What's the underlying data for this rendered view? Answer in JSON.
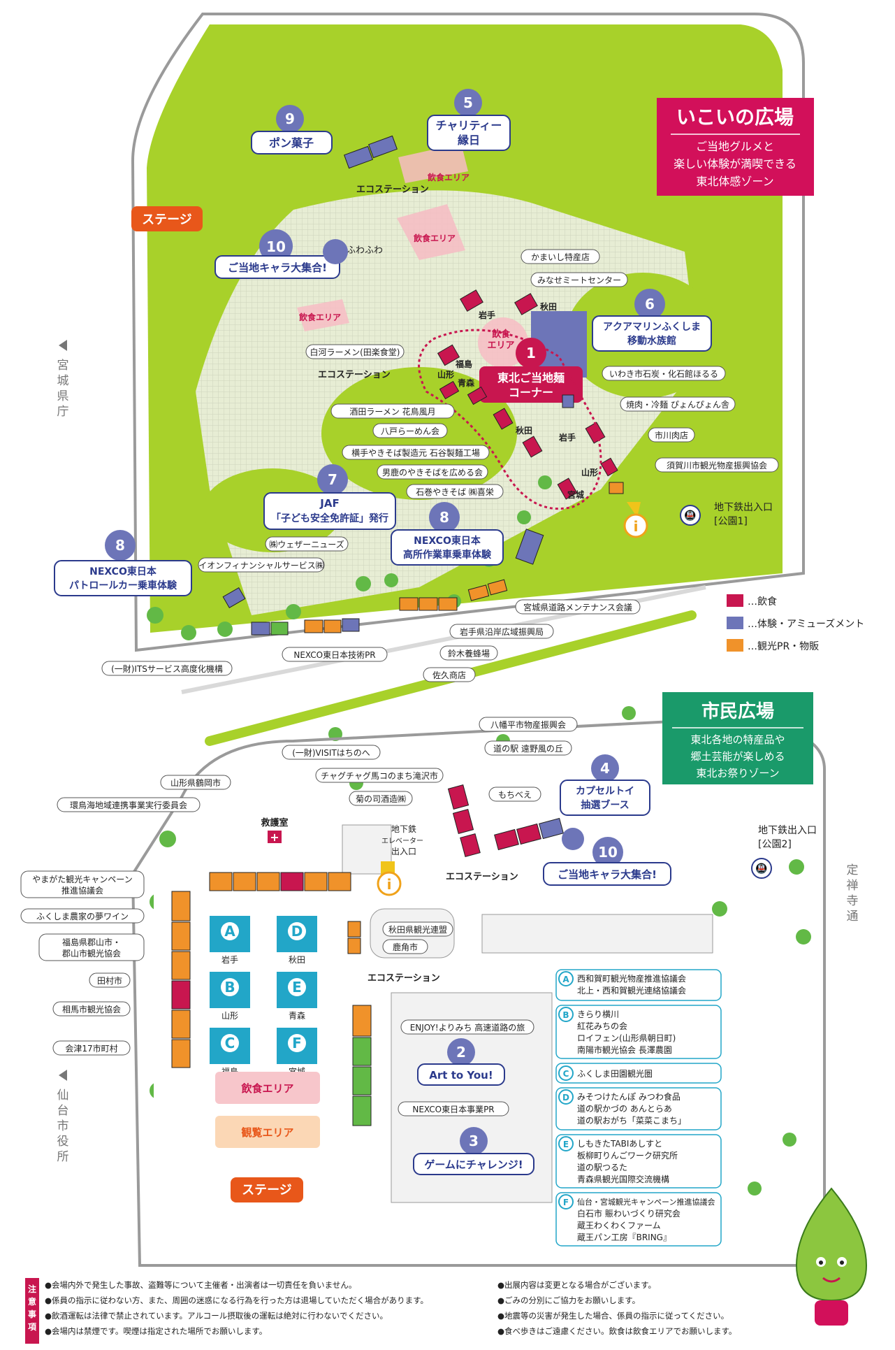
{
  "zones": {
    "ikoi": {
      "title": "いこいの広場",
      "desc1": "ご当地グルメと",
      "desc2": "楽しい体験が満喫できる",
      "desc3": "東北体感ゾーン"
    },
    "shimin": {
      "title": "市民広場",
      "desc1": "東北各地の特産品や",
      "desc2": "郷土芸能が楽しめる",
      "desc3": "東北お祭りゾーン"
    }
  },
  "side_labels": {
    "miyagi": "宮城県庁",
    "sendai": "仙台市役所",
    "jozenji": "定禅寺通"
  },
  "legend": [
    {
      "label": "…飲食",
      "color": "#c8164f"
    },
    {
      "label": "…体験・アミューズメント",
      "color": "#6d75b8"
    },
    {
      "label": "…観光PR・物販",
      "color": "#f0922a"
    }
  ],
  "colors": {
    "green": "#a8d12a",
    "pink": "#c8164f",
    "purple": "#6d75b8",
    "orange": "#f0922a",
    "navy": "#2b3a8c",
    "stage": "#e8571a"
  },
  "top": {
    "stage": "ステージ",
    "food_area": "飲食エリア",
    "food_area2": "飲食\nエリア",
    "eco": "エコステーション",
    "fuwafuwa": "ふわふわ",
    "n1": "1",
    "l1a": "東北ご当地麺",
    "l1b": "コーナー",
    "n5": "5",
    "l5a": "チャリティー",
    "l5b": "縁日",
    "n9": "9",
    "l9": "ポン菓子",
    "n10": "10",
    "l10": "ご当地キャラ大集合!",
    "n6": "6",
    "l6a": "アクアマリンふくしま",
    "l6b": "移動水族館",
    "n7": "7",
    "l7a": "JAF",
    "l7b": "「子ども安全免許証」発行",
    "n8": "8",
    "l8a": "NEXCO東日本",
    "l8b": "高所作業車乗車体験",
    "l8c": "パトロールカー乗車体験",
    "subway": "地下鉄出入口",
    "subway1": "[公園1]",
    "pref": {
      "iwate": "岩手",
      "akita": "秋田",
      "fukushima": "福島",
      "yamagata": "山形",
      "aomori": "青森",
      "miyagi": "宮城"
    },
    "booths": [
      "かまいし特産店",
      "みなせミートセンター",
      "白河ラーメン(田楽食堂)",
      "いわき市石炭・化石館ほるる",
      "焼肉・冷麺 ぴょんぴょん舎",
      "市川肉店",
      "須賀川市観光物産振興協会",
      "酒田ラーメン 花鳥風月",
      "八戸らーめん会",
      "横手やきそば製造元 石谷製麺工場",
      "男鹿のやきそばを広める会",
      "石巻やきそば ㈱喜栄",
      "㈱ウェザーニューズ",
      "イオンフィナンシャルサービス㈱",
      "NEXCO東日本技術PR",
      "(一財)ITSサービス高度化機構",
      "宮城県道路メンテナンス会議",
      "岩手県沿岸広域振興局",
      "鈴木養蜂場",
      "佐久商店"
    ]
  },
  "bottom": {
    "stage": "ステージ",
    "food_area": "飲食エリア",
    "view_area": "観覧エリア",
    "eco1": "エコステーション",
    "eco2": "エコステーション",
    "first_aid": "救護室",
    "subway_elev": "地下鉄\nエレベーター\n出入口",
    "subway": "地下鉄出入口",
    "subway2": "[公園2]",
    "n2": "2",
    "l2": "Art to You!",
    "n3": "3",
    "l3": "ゲームにチャレンジ!",
    "n4": "4",
    "l4a": "カプセルトイ",
    "l4b": "抽選ブース",
    "n10": "10",
    "l10": "ご当地キャラ大集合!",
    "booths": [
      "(一財)VISITはちのへ",
      "山形県鶴岡市",
      "チャグチャグ馬コのまち滝沢市",
      "環鳥海地域連携事業実行委員会",
      "菊の司酒造㈱",
      "八幡平市物産振興会",
      "道の駅 遠野風の丘",
      "もちべえ",
      "やまがた観光キャンペーン\n推進協議会",
      "ふくしま農家の夢ワイン",
      "福島県郡山市・\n郡山市観光協会",
      "田村市",
      "相馬市観光協会",
      "会津17市町村",
      "秋田県観光連盟",
      "鹿角市",
      "ENJOY!よりみち 高速道路の旅",
      "NEXCO東日本事業PR"
    ],
    "tents": [
      {
        "k": "A",
        "p": "岩手"
      },
      {
        "k": "D",
        "p": "秋田"
      },
      {
        "k": "B",
        "p": "山形"
      },
      {
        "k": "E",
        "p": "青森"
      },
      {
        "k": "C",
        "p": "福島"
      },
      {
        "k": "F",
        "p": "宮城"
      }
    ],
    "tent_list": [
      {
        "k": "A",
        "lines": [
          "西和賀町観光物産推進協議会",
          "北上・西和賀観光連絡協議会"
        ]
      },
      {
        "k": "B",
        "lines": [
          "きらり横川",
          "紅花みちの会",
          "ロイフェン(山形県朝日町)",
          "南陽市観光協会 長澤農園"
        ]
      },
      {
        "k": "C",
        "lines": [
          "ふくしま田園観光圏"
        ]
      },
      {
        "k": "D",
        "lines": [
          "みそつけたんぽ みつわ食品",
          "道の駅かづの あんとらあ",
          "道の駅おがち「菜菜こまち」"
        ]
      },
      {
        "k": "E",
        "lines": [
          "しもきたTABIあしすと",
          "板柳町りんごワーク研究所",
          "道の駅つるた",
          "青森県観光国際交流機構"
        ]
      },
      {
        "k": "F",
        "lines": [
          "仙台・宮城観光キャンペーン推進協議会",
          "白石市 賑わいづくり研究会",
          "蔵王わくわくファーム",
          "蔵王パン工房『BRING』"
        ]
      }
    ]
  },
  "notes": {
    "head": "注意事項",
    "left": [
      "●会場内外で発生した事故、盗難等について主催者・出演者は一切責任を負いません。",
      "●係員の指示に従わない方、また、周囲の迷惑になる行為を行った方は退場していただく場合があります。",
      "●飲酒運転は法律で禁止されています。アルコール摂取後の運転は絶対に行わないでください。",
      "●会場内は禁煙です。喫煙は指定された場所でお願いします。"
    ],
    "right": [
      "●出展内容は変更となる場合がございます。",
      "●ごみの分別にご協力をお願いします。",
      "●地震等の災害が発生した場合、係員の指示に従ってください。",
      "●食べ歩きはご遠慮ください。飲食は飲食エリアでお願いします。"
    ]
  }
}
